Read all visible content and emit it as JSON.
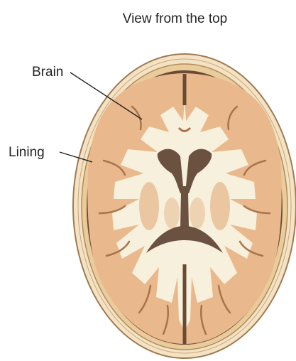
{
  "title": "View from the top",
  "labels": {
    "brain": "Brain",
    "lining": "Lining"
  },
  "colors": {
    "scalp": "#f3e3c4",
    "scalp_edge": "#a07a52",
    "skull": "#e9cc9c",
    "lining": "#6b4a33",
    "cortex": "#e9b98d",
    "white_matter": "#f7f0dc",
    "ventricle": "#6b5140",
    "deep_nuclei": "#eac7a0"
  }
}
